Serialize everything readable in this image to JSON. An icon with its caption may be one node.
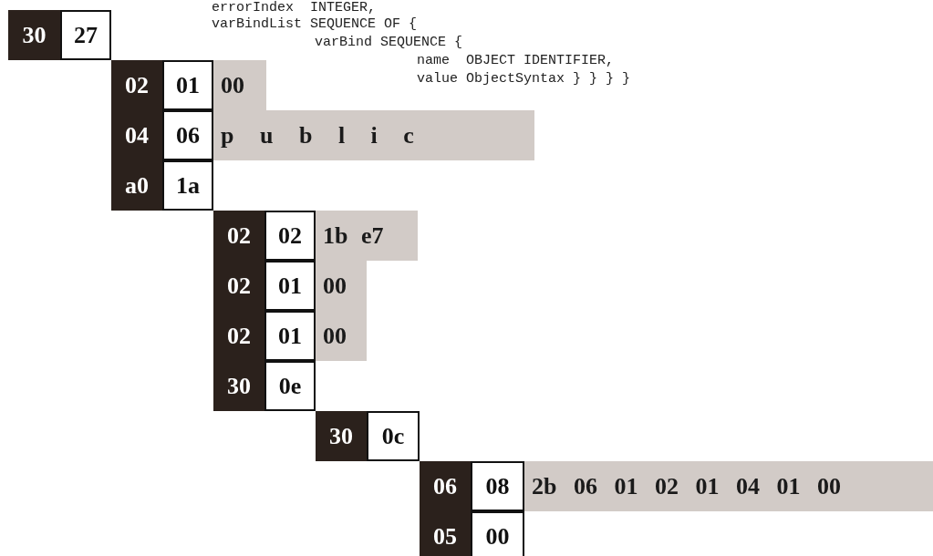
{
  "diagram": {
    "nodes": [
      {
        "text": [
          "30"
        ]
      },
      {
        "text": [
          "27"
        ]
      },
      {
        "text": [
          "02"
        ]
      },
      {
        "text": [
          "01"
        ]
      },
      {
        "text": [
          "00"
        ]
      },
      {
        "text": [
          "04"
        ]
      },
      {
        "text": [
          "06"
        ]
      },
      {
        "text": [
          "p u b l i c"
        ]
      },
      {
        "text": [
          "a0"
        ]
      },
      {
        "text": [
          "1a"
        ]
      },
      {
        "text": [
          "02"
        ]
      },
      {
        "text": [
          "02"
        ]
      },
      {
        "text": [
          "1b e7"
        ]
      },
      {
        "text": [
          "02"
        ]
      },
      {
        "text": [
          "01"
        ]
      },
      {
        "text": [
          "00"
        ]
      },
      {
        "text": [
          "02"
        ]
      },
      {
        "text": [
          "01"
        ]
      },
      {
        "text": [
          "00"
        ]
      },
      {
        "text": [
          "30"
        ]
      },
      {
        "text": [
          "0e"
        ]
      },
      {
        "text": [
          "30"
        ]
      },
      {
        "text": [
          "0c"
        ]
      },
      {
        "text": [
          "06"
        ]
      },
      {
        "text": [
          "08"
        ]
      },
      {
        "text": [
          "2b 06 01 02 01 04 01 00"
        ]
      },
      {
        "text": [
          "05"
        ]
      },
      {
        "text": [
          "00"
        ]
      }
    ],
    "labels": [
      "errorIndex  INTEGER,",
      "varBindList SEQUENCE OF {",
      "varBind SEQUENCE {",
      "name  OBJECT IDENTIFIER,",
      "value ObjectSyntax } } } }"
    ]
  }
}
